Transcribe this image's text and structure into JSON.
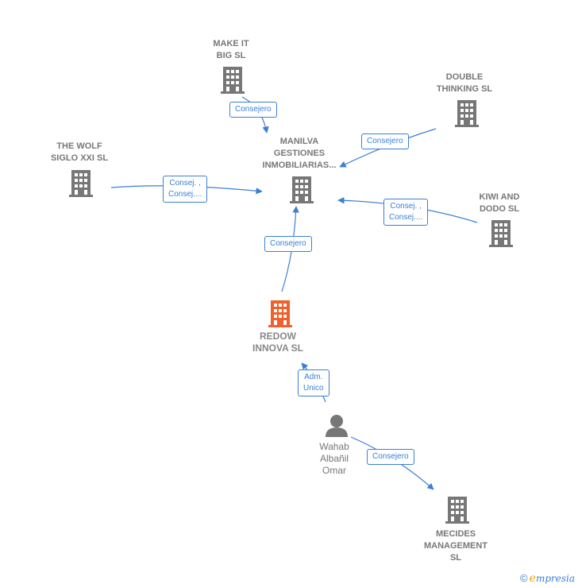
{
  "colors": {
    "node": "#777777",
    "highlight": "#f0602c",
    "edge": "#3a7fd5"
  },
  "nodes": {
    "make_it_big": {
      "label": "MAKE IT\nBIG  SL",
      "icon": "building-icon"
    },
    "double_thinking": {
      "label": "DOUBLE\nTHINKING SL",
      "icon": "building-icon"
    },
    "the_wolf": {
      "label": "THE WOLF\nSIGLO XXI  SL",
      "icon": "building-icon"
    },
    "manilva": {
      "label": "MANILVA\nGESTIONES\nINMOBILIARIAS...",
      "icon": "building-icon"
    },
    "kiwi_dodo": {
      "label": "KIWI AND\nDODO  SL",
      "icon": "building-icon"
    },
    "redow": {
      "label": "REDOW\nINNOVA  SL",
      "icon": "building-icon"
    },
    "wahab": {
      "label": "Wahab\nAlbañil\nOmar",
      "icon": "person-icon"
    },
    "mecides": {
      "label": "MECIDES\nMANAGEMENT\nSL",
      "icon": "building-icon"
    }
  },
  "edges": {
    "make_it_big_manilva": "Consejero",
    "double_thinking_manilva": "Consejero",
    "the_wolf_manilva": "Consej. ,\nConsej....",
    "kiwi_manilva": "Consej. ,\nConsej....",
    "redow_manilva": "Consejero",
    "wahab_redow": "Adm.\nUnico",
    "wahab_mecides": "Consejero"
  },
  "brand": {
    "copyright": "©",
    "name_first": "e",
    "name_rest": "mpresia"
  }
}
